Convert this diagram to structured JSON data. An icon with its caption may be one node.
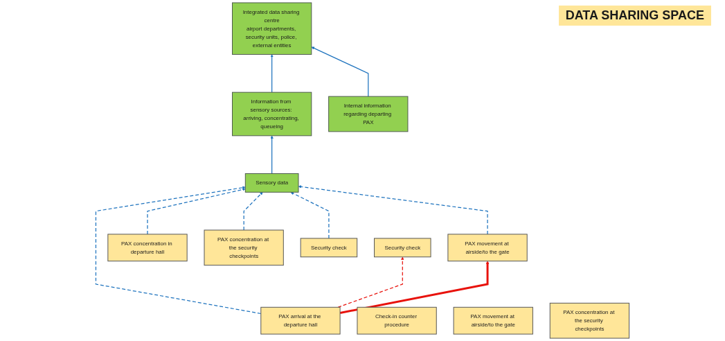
{
  "diagram": {
    "nodes": [
      {
        "text": [
          "Sensory data"
        ]
      },
      {
        "text": [
          "Information from sensory sources: arriving, concentrating, queueing"
        ]
      },
      {
        "text": [
          "Internal information regarding departing PAX"
        ]
      },
      {
        "text": [
          "Integrated data sharing centre",
          "airport departments, security units, police, external entities"
        ]
      },
      {
        "text": [
          "PAX arrival at the departure hall"
        ]
      },
      {
        "text": [
          "PAX concentration in departure hall"
        ]
      },
      {
        "text": [
          "Check-in counter procedure"
        ]
      },
      {
        "text": [
          "PAX concentration at the security checkpoints"
        ]
      },
      {
        "text": [
          "Security check"
        ]
      },
      {
        "text": [
          "PAX movement at airside/to the gate"
        ]
      },
      {
        "text": [
          "PAX movement at airside/to the gate"
        ]
      },
      {
        "text": [
          "PAX concentration at the security checkpoints"
        ]
      },
      {
        "text": [
          "Security check"
        ]
      }
    ],
    "edges": [
      {
        "from": 0,
        "to": 1,
        "arrow": "to"
      },
      {
        "from": 1,
        "to": 3,
        "arrow": "to"
      },
      {
        "from": 2,
        "to": 3,
        "arrow": "to"
      },
      {
        "from": 4,
        "to": 0,
        "arrow": "to",
        "style": "dashed"
      },
      {
        "from": 5,
        "to": 0,
        "arrow": "to",
        "style": "dashed"
      },
      {
        "from": 7,
        "to": 0,
        "arrow": "to",
        "style": "dashed"
      },
      {
        "from": 8,
        "to": 0,
        "arrow": "to",
        "style": "dashed"
      },
      {
        "from": 9,
        "to": 0,
        "arrow": "to",
        "style": "dashed"
      },
      {
        "from": 4,
        "to": 9,
        "arrow": "to",
        "style": "thick",
        "color": "#e8120c"
      },
      {
        "from": 4,
        "to": 12,
        "arrow": "to",
        "style": "dashed",
        "color": "#e8120c"
      }
    ],
    "labels": [
      "DATA SHARING SPACE"
    ]
  }
}
